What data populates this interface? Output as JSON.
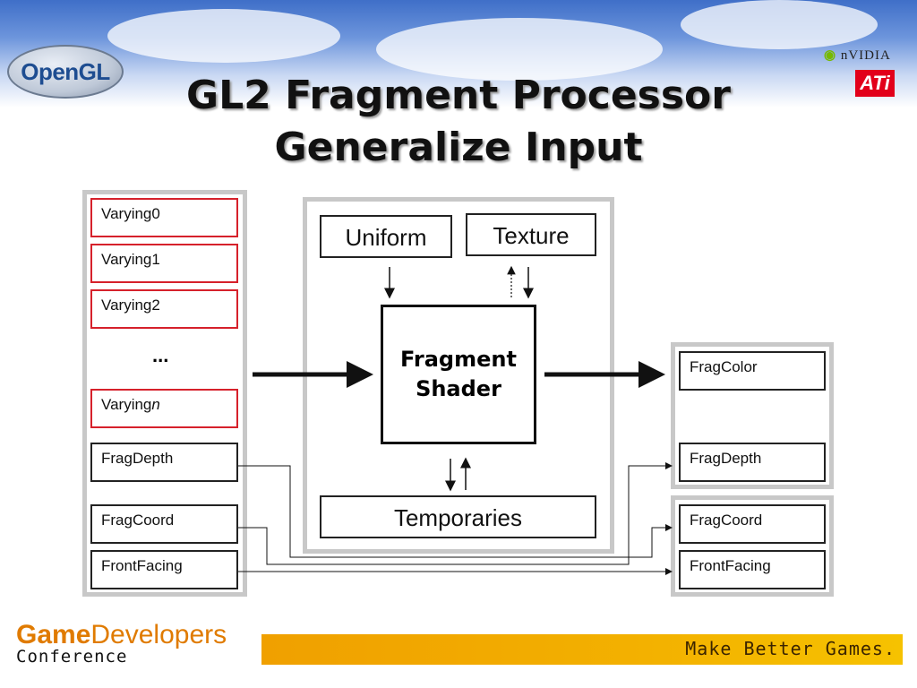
{
  "slide": {
    "title_line1": "GL2 Fragment Processor",
    "title_line2": "Generalize Input"
  },
  "logos": {
    "opengl": "OpenGL",
    "nvidia": "nVIDIA",
    "ati": "ATi"
  },
  "inputs": {
    "varying0": "Varying0",
    "varying1": "Varying1",
    "varying2": "Varying2",
    "ellipsis": "...",
    "varyingn_prefix": "Varying",
    "varyingn_suffix": "n",
    "frag_depth": "FragDepth",
    "frag_coord": "FragCoord",
    "front_facing": "FrontFacing"
  },
  "processor": {
    "uniform": "Uniform",
    "texture": "Texture",
    "shader_line1": "Fragment",
    "shader_line2": "Shader",
    "temporaries": "Temporaries"
  },
  "outputs": {
    "frag_color": "FragColor",
    "frag_depth": "FragDepth",
    "frag_coord": "FragCoord",
    "front_facing": "FrontFacing"
  },
  "footer": {
    "game": "Game",
    "developers": "Developers",
    "conference": "Conference",
    "tagline": "Make Better Games."
  },
  "colors": {
    "varying_border": "#d6212b",
    "panel_border": "#c8c8c8",
    "gdc_orange": "#e07b00",
    "banner": "#f3b100"
  }
}
